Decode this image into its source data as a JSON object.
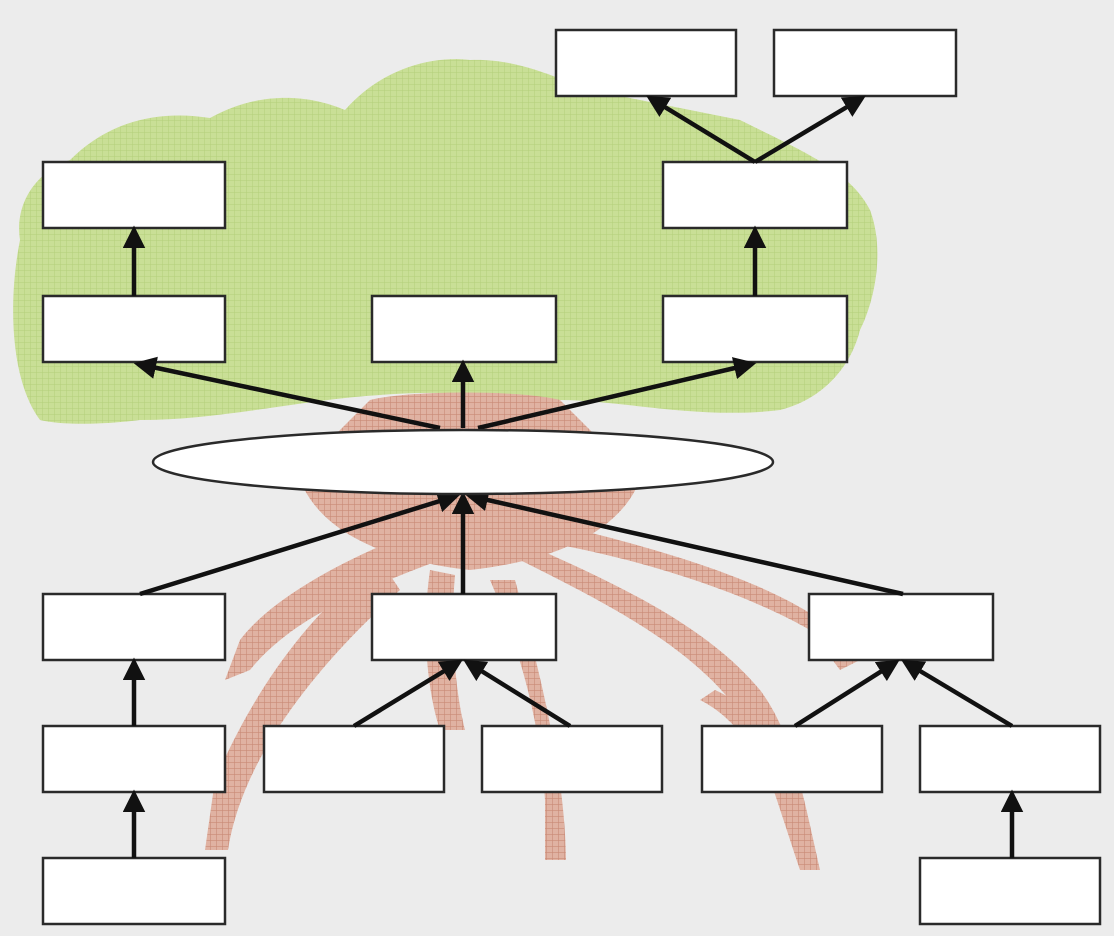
{
  "diagram": {
    "type": "tree-hierarchy",
    "colors": {
      "background": "#ececec",
      "canopy": "#c9df96",
      "roots": "#d79e8c",
      "box_fill": "#ffffff",
      "box_stroke": "#2a2a2a",
      "arrow": "#111111"
    },
    "central_node": {
      "text": ""
    },
    "boxes": [
      {
        "id": "top-1",
        "text": ""
      },
      {
        "id": "top-2",
        "text": ""
      },
      {
        "id": "upper-left",
        "text": ""
      },
      {
        "id": "upper-right",
        "text": ""
      },
      {
        "id": "mid-left",
        "text": ""
      },
      {
        "id": "mid-center",
        "text": ""
      },
      {
        "id": "mid-right",
        "text": ""
      },
      {
        "id": "low-left",
        "text": ""
      },
      {
        "id": "low-center",
        "text": ""
      },
      {
        "id": "low-right",
        "text": ""
      },
      {
        "id": "root-1",
        "text": ""
      },
      {
        "id": "root-2",
        "text": ""
      },
      {
        "id": "root-3",
        "text": ""
      },
      {
        "id": "root-4",
        "text": ""
      },
      {
        "id": "root-5",
        "text": ""
      },
      {
        "id": "base-left",
        "text": ""
      },
      {
        "id": "base-right",
        "text": ""
      }
    ]
  }
}
